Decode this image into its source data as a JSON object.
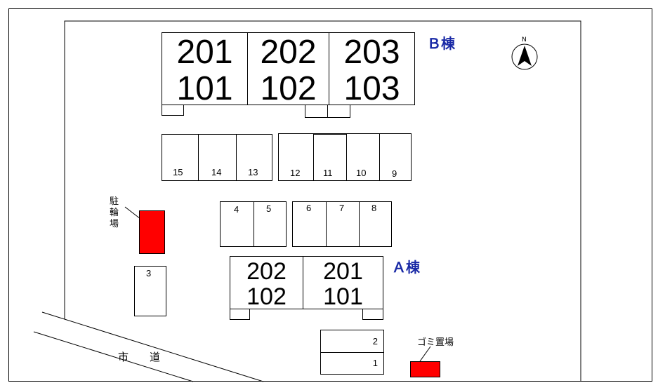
{
  "buildings": {
    "b": {
      "label": "Ｂ棟",
      "units": [
        {
          "upper": "201",
          "lower": "101"
        },
        {
          "upper": "202",
          "lower": "102"
        },
        {
          "upper": "203",
          "lower": "103"
        }
      ]
    },
    "a": {
      "label": "Ａ棟",
      "units": [
        {
          "upper": "202",
          "lower": "102"
        },
        {
          "upper": "201",
          "lower": "101"
        }
      ]
    }
  },
  "parking": {
    "row1_left": [
      "15",
      "14",
      "13"
    ],
    "row1_right": [
      "12",
      "11",
      "10",
      "9"
    ],
    "row2_left": [
      "4",
      "5"
    ],
    "row2_right": [
      "6",
      "7",
      "8"
    ],
    "single": "3",
    "bottom": [
      "2",
      "1"
    ]
  },
  "labels": {
    "bicycle_parking": [
      "駐",
      "輪",
      "場"
    ],
    "garbage": "ゴミ置場",
    "road": [
      "市",
      "道"
    ],
    "north": "N"
  },
  "colors": {
    "accent_red": "#ff0000",
    "label_blue": "#1a2aa6"
  }
}
